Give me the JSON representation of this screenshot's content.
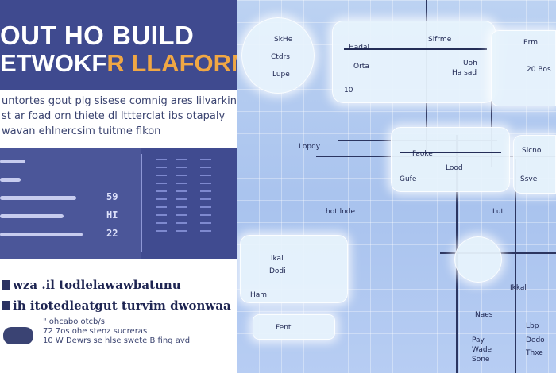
{
  "hero": {
    "line1": "OUT HO BUILD",
    "line2_a": "ETWOKF",
    "line2_b": "R LLAFORM"
  },
  "intro": {
    "lines": [
      "untortes gout plg sisese comnig ares lilvarkins",
      "st ar foad orn thiete dl lttterclat ibs otapaly",
      "wavan ehlnercsim tuitme flkon"
    ]
  },
  "dashboard": {
    "rows": [
      {
        "value": ""
      },
      {
        "value": ""
      },
      {
        "value": "59"
      },
      {
        "value": "HI"
      },
      {
        "value": "22"
      }
    ]
  },
  "bottom": {
    "rows": [
      "wza .il todlelawawbatunu",
      "ih itotedleatgut turvim dwonwaa"
    ],
    "small": [
      "\" ohcabo otcb/s",
      "72 7os ohe stenz sucreras",
      "10 W Dewrs se hlse swete B fing avd"
    ]
  },
  "blueprint": {
    "labels": {
      "a": "SkHe",
      "b": "Ctdrs",
      "c": "Lupe",
      "d": "Hadal",
      "e": "Sifrme",
      "f": "Uoh",
      "g": "Orta",
      "h": "10",
      "i": "Ha sad",
      "j": "Erm",
      "k": "20 Bos",
      "l": "Lopdy",
      "m": "Faoke",
      "n": "Lood",
      "o": "Gufe",
      "p": "hot lnde",
      "q": "Lut",
      "r": "Sicno",
      "s": "Ssve",
      "t": "lkal",
      "u": "Dodi",
      "v": "Ham",
      "w": "Fent",
      "x": "Ikkal",
      "y": "Naes",
      "z": "Lbp",
      "aa": "Pay",
      "ab": "Wade",
      "ac": "Sone",
      "ad": "Dedo",
      "ae": "Thxe"
    }
  },
  "colors": {
    "hero_bg": "#3f4a8f",
    "accent": "#f0a744",
    "dashboard_bg": "#5561a8",
    "blueprint_bg": "#a9c3ee"
  }
}
